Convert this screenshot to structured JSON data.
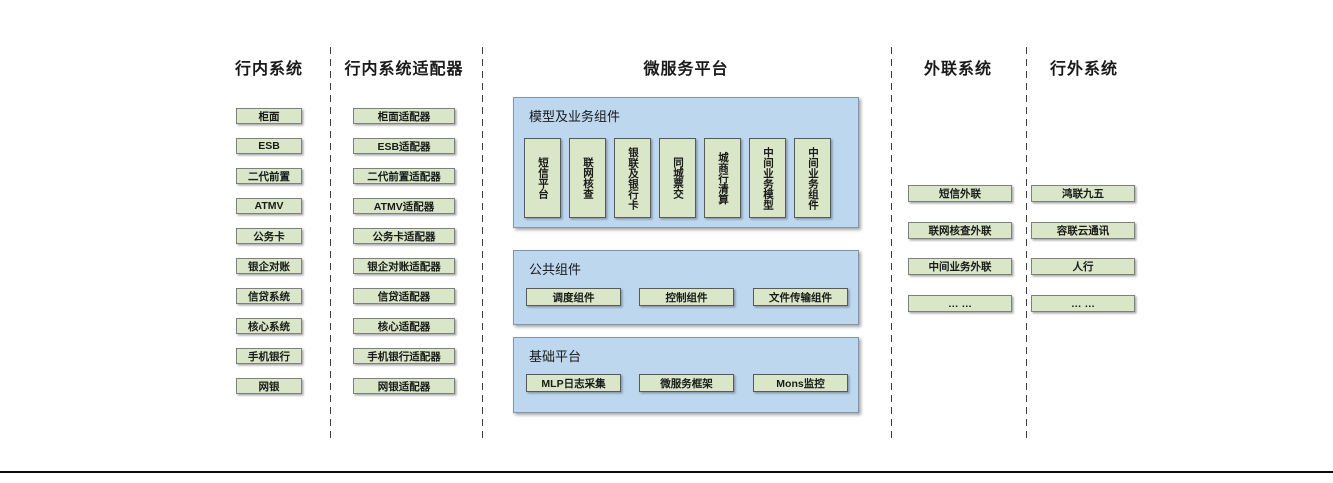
{
  "colors": {
    "green_fill": "#d9e7c8",
    "green_border": "#7f7f7f",
    "blue_fill": "#bdd7ee",
    "blue_border": "#8095ad"
  },
  "columns": {
    "internal": {
      "title": "行内系统",
      "items": [
        "柜面",
        "ESB",
        "二代前置",
        "ATMV",
        "公务卡",
        "银企对账",
        "信贷系统",
        "核心系统",
        "手机银行",
        "网银"
      ]
    },
    "adapters": {
      "title": "行内系统适配器",
      "items": [
        "柜面适配器",
        "ESB适配器",
        "二代前置适配器",
        "ATMV适配器",
        "公务卡适配器",
        "银企对账适配器",
        "信贷适配器",
        "核心适配器",
        "手机银行适配器",
        "网银适配器"
      ]
    },
    "platform": {
      "title": "微服务平台",
      "groups": {
        "model": {
          "label": "模型及业务组件",
          "items": [
            "短信平台",
            "联网核查",
            "银联及银行卡",
            "同城票交",
            "城商行清算",
            "中间业务模型",
            "中间业务组件"
          ]
        },
        "common": {
          "label": "公共组件",
          "items": [
            "调度组件",
            "控制组件",
            "文件传输组件"
          ]
        },
        "base": {
          "label": "基础平台",
          "items": [
            "MLP日志采集",
            "微服务框架",
            "Mons监控"
          ]
        }
      }
    },
    "outreach": {
      "title": "外联系统",
      "items": [
        "短信外联",
        "联网核查外联",
        "中间业务外联",
        "… …"
      ]
    },
    "external": {
      "title": "行外系统",
      "items": [
        "鸿联九五",
        "容联云通讯",
        "人行",
        "… …"
      ]
    }
  }
}
